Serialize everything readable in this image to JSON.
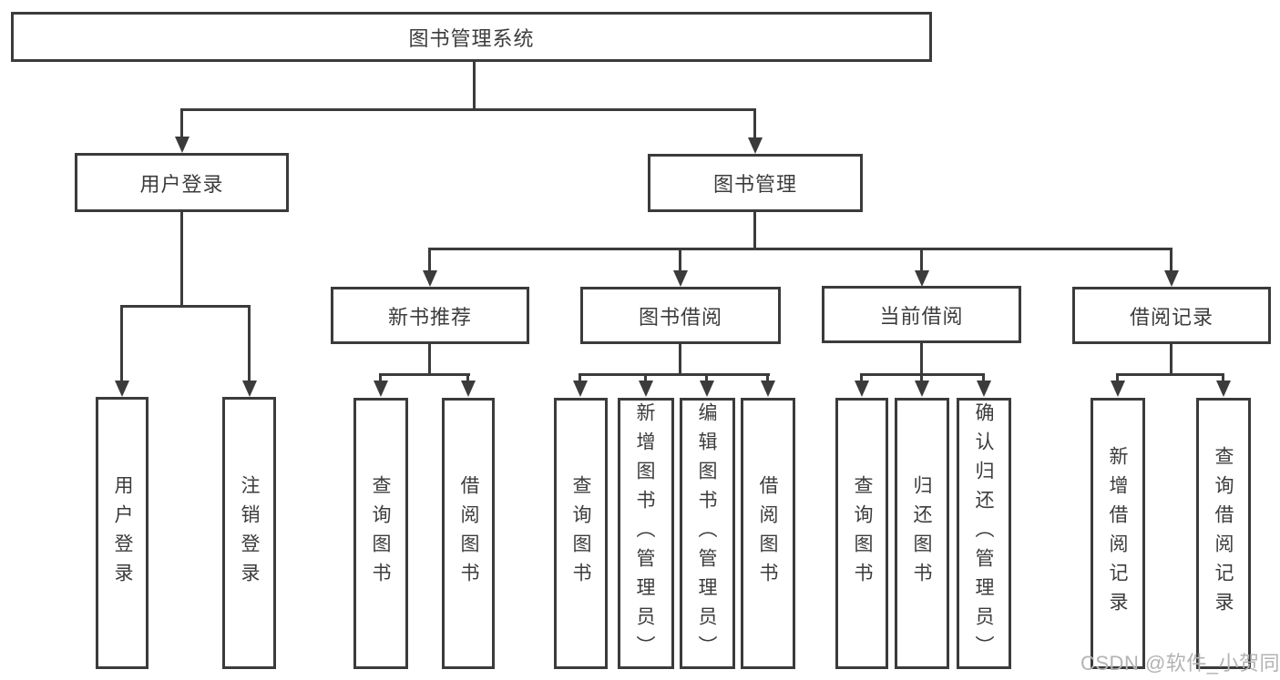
{
  "diagram": {
    "root": {
      "label": "图书管理系统"
    },
    "user_login": {
      "label": "用户登录",
      "children": [
        {
          "label": "用户登录"
        },
        {
          "label": "注销登录"
        }
      ]
    },
    "book_management": {
      "label": "图书管理",
      "sections": [
        {
          "label": "新书推荐",
          "children": [
            {
              "label": "查询图书"
            },
            {
              "label": "借阅图书"
            }
          ]
        },
        {
          "label": "图书借阅",
          "children": [
            {
              "label": "查询图书"
            },
            {
              "label": "新增图书（管理员）"
            },
            {
              "label": "编辑图书（管理员）"
            },
            {
              "label": "借阅图书"
            }
          ]
        },
        {
          "label": "当前借阅",
          "children": [
            {
              "label": "查询图书"
            },
            {
              "label": "归还图书"
            },
            {
              "label": "确认归还（管理员）"
            }
          ]
        },
        {
          "label": "借阅记录",
          "children": [
            {
              "label": "新增借阅记录"
            },
            {
              "label": "查询借阅记录"
            }
          ]
        }
      ]
    }
  },
  "watermark": {
    "text": "CSDN @软件_小贺同学"
  },
  "colors": {
    "line": "#3b3b3b",
    "text": "#3c3c3c",
    "background": "#ffffff",
    "watermark": "#b3b3b3"
  }
}
